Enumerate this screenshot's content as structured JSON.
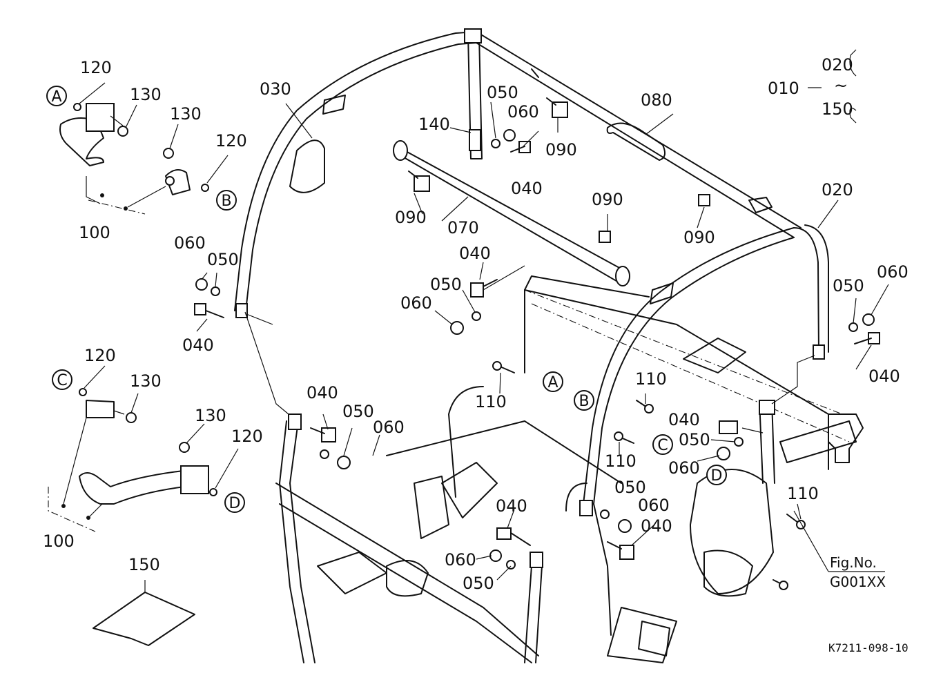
{
  "callouts": {
    "c010": "010",
    "c020_range_start": "020",
    "c_tilde": "~",
    "c150_range_end": "150",
    "c020": "020",
    "c030": "030",
    "c040": "040",
    "c050": "050",
    "c060": "060",
    "c070": "070",
    "c080": "080",
    "c090": "090",
    "c100": "100",
    "c110": "110",
    "c120": "120",
    "c130": "130",
    "c140": "140",
    "c150": "150"
  },
  "refs": {
    "a": "A",
    "b": "B",
    "c": "C",
    "d": "D"
  },
  "figure": {
    "fig_label": "Fig.No.",
    "fig_number": "G001XX",
    "drawing_code": "K7211-098-10"
  }
}
